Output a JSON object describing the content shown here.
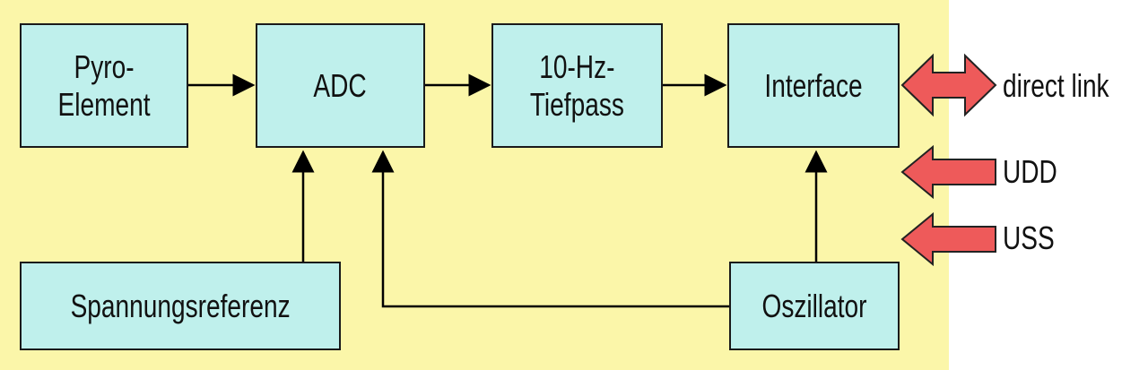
{
  "colors": {
    "panel_background": "#fbf6a9",
    "block_fill": "#bff0ec",
    "block_border": "#1a1a1a",
    "arrow_line": "#000000",
    "io_arrow_fill": "#ee5a5a"
  },
  "blocks": {
    "pyro": "Pyro-\nElement",
    "adc": "ADC",
    "lowpass": "10-Hz-\nTiefpass",
    "interface": "Interface",
    "reference": "Spannungsreferenz",
    "oscillator": "Oszillator"
  },
  "io": {
    "direct_link": "direct link",
    "udd": "UDD",
    "uss": "USS"
  }
}
